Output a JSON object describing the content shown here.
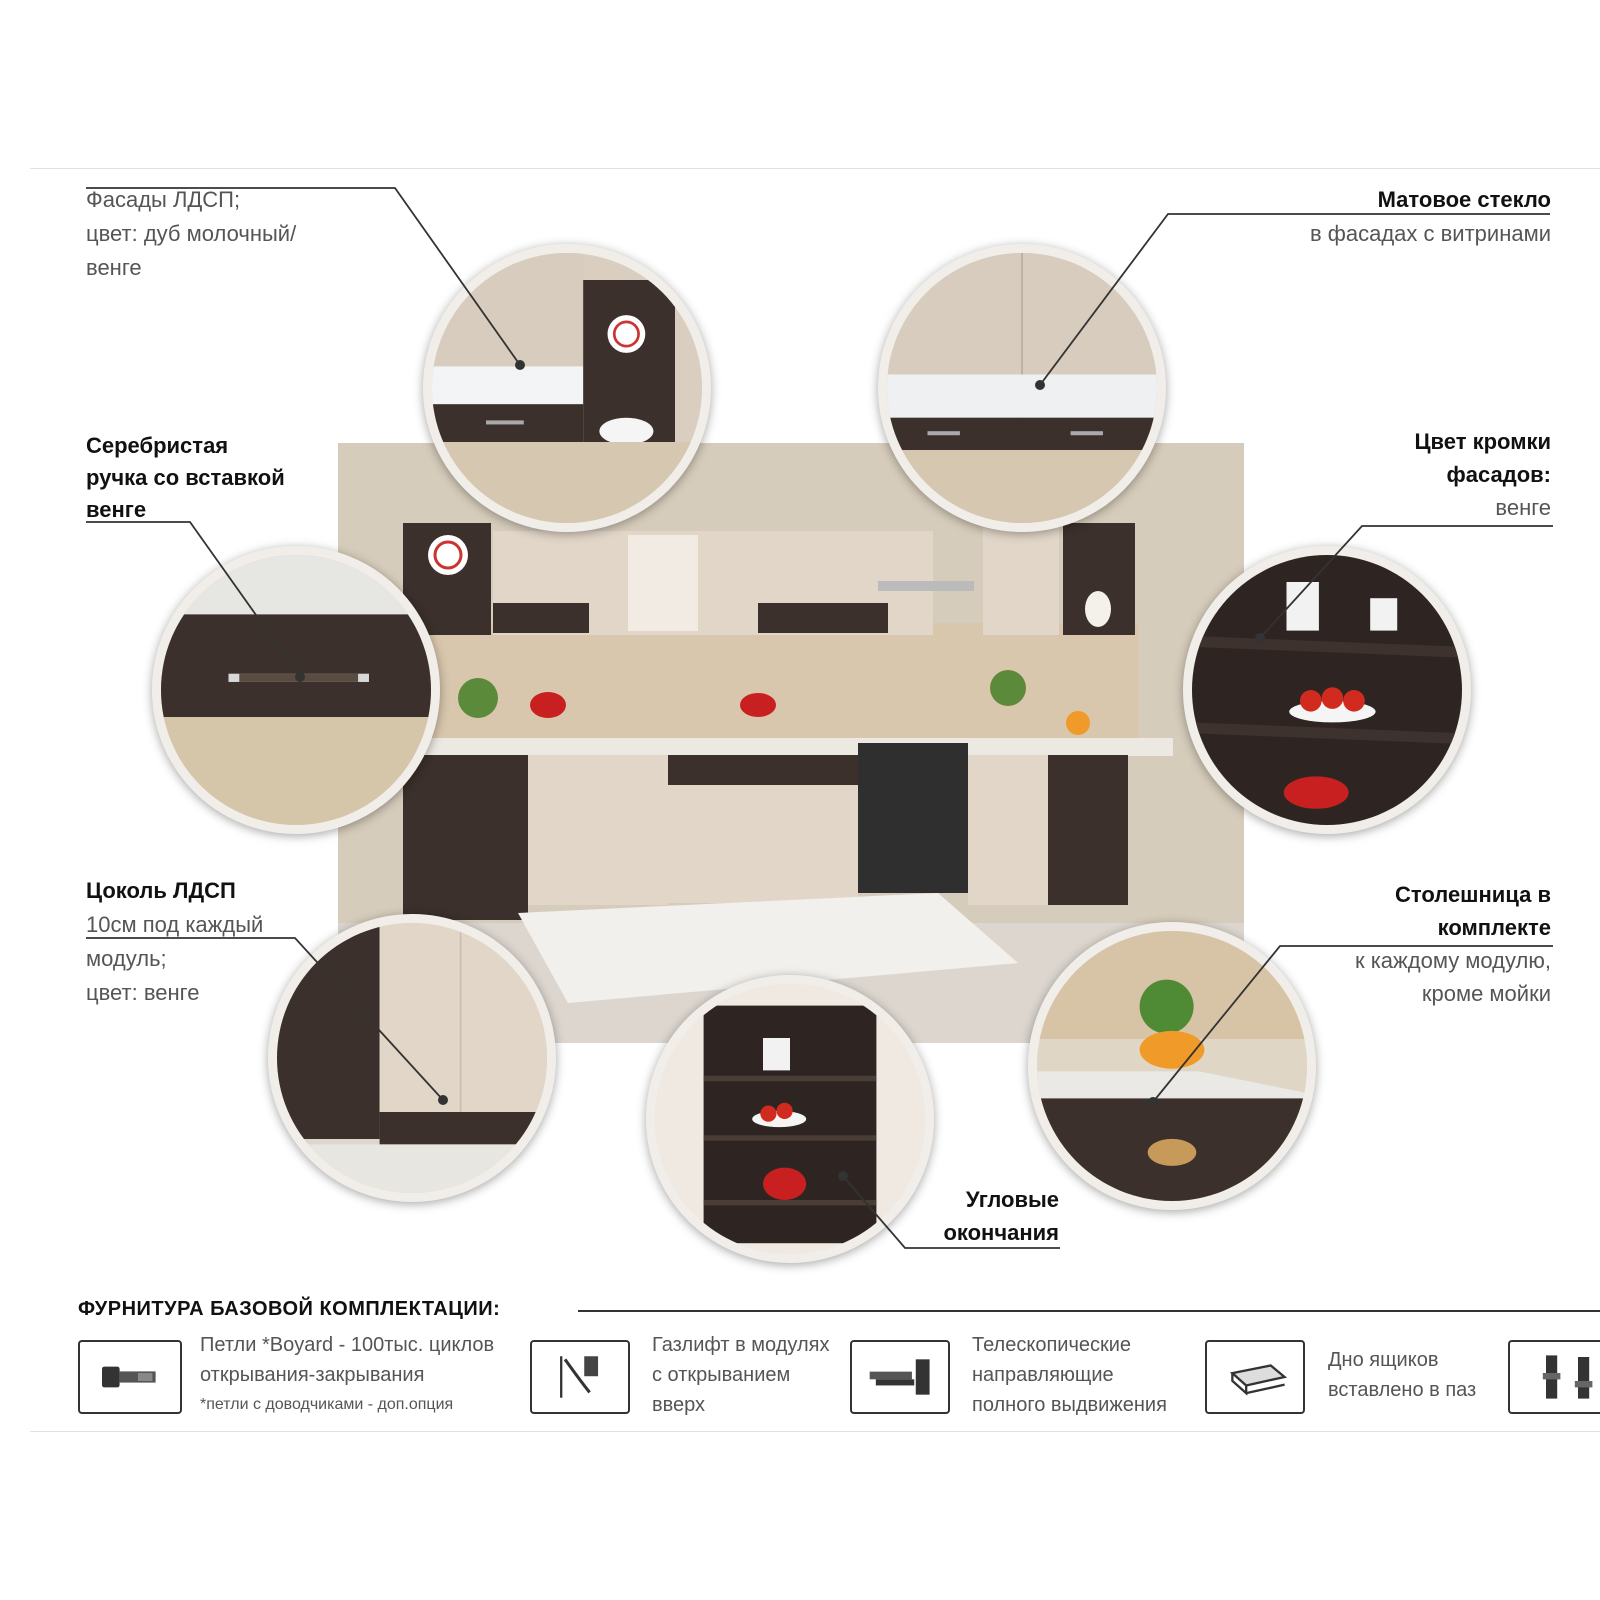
{
  "annotations": {
    "facades": {
      "l1": "Фасады ЛДСП;",
      "l2": "цвет: дуб молочный/",
      "l3": "венге"
    },
    "matte_glass": {
      "title": "Матовое стекло",
      "desc": "в фасадах с витринами"
    },
    "handle": {
      "l1": "Серебристая",
      "l2": "ручка со вставкой",
      "l3": "венге"
    },
    "edge_color": {
      "l1": "Цвет кромки",
      "l2": "фасадов:",
      "desc": "венге"
    },
    "plinth": {
      "title": "Цоколь ЛДСП",
      "l1": "10см под каждый",
      "l2": "модуль;",
      "l3": "цвет: венге"
    },
    "countertop": {
      "l1": "Столешница в",
      "l2": "комплекте",
      "d1": "к каждому модулю,",
      "d2": "кроме мойки"
    },
    "corner": {
      "l1": "Угловые",
      "l2": "окончания"
    }
  },
  "hardware": {
    "title": "ФУРНИТУРА БАЗОВОЙ КОМПЛЕКТАЦИИ:",
    "items": [
      {
        "icon": "hinge-icon",
        "l1": "Петли *Boyard - 100тыс. циклов",
        "l2": "открывания-закрывания",
        "note": "*петли с доводчиками - доп.опция"
      },
      {
        "icon": "gas-lift-icon",
        "l1": "Газлифт в модулях",
        "l2": "с открыванием",
        "l3": "вверх"
      },
      {
        "icon": "telescopic-slide-icon",
        "l1": "Телескопические",
        "l2": "направляющие",
        "l3": "полного выдвижения"
      },
      {
        "icon": "drawer-bottom-icon",
        "l1": "Дно ящиков",
        "l2": "вставлено в паз"
      },
      {
        "icon": "adjustable-legs-icon"
      }
    ]
  },
  "colors": {
    "wenge": "#3b302b",
    "milk_oak": "#e2d6c8",
    "beige_wall": "#cdbfa8",
    "background": "#ffffff"
  }
}
